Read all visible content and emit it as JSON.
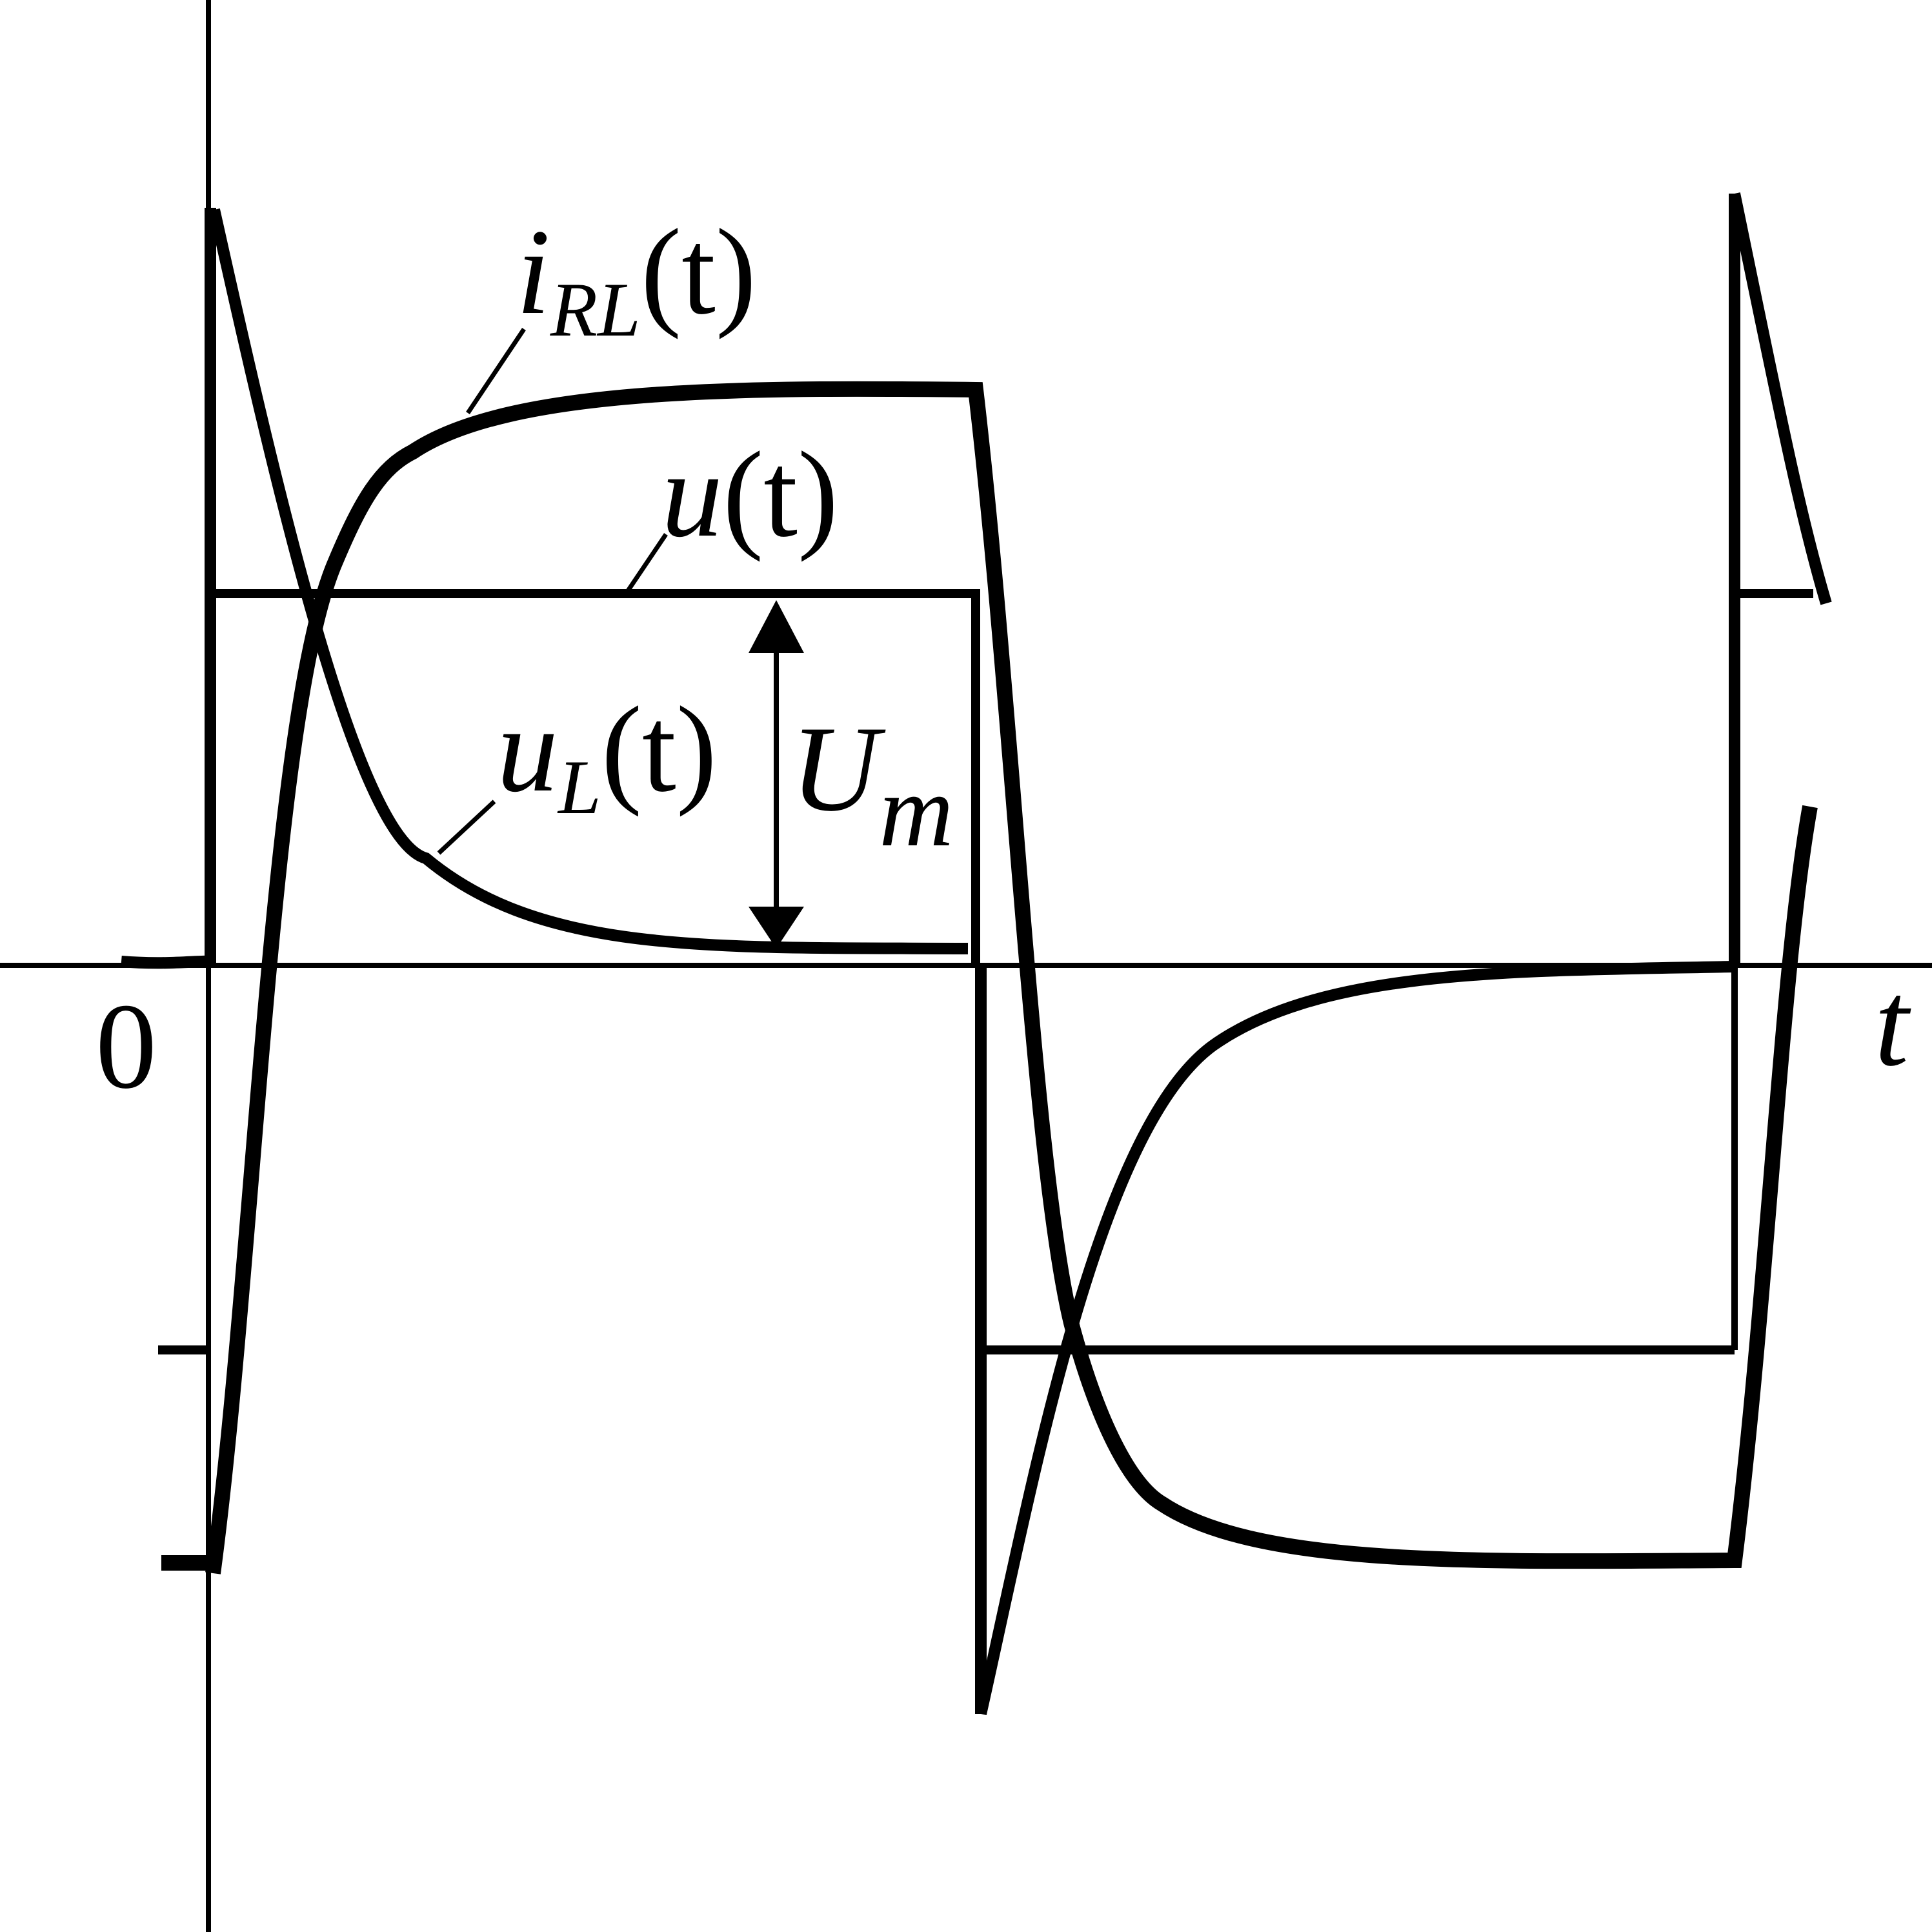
{
  "labels": {
    "origin": "0",
    "t_axis": "t",
    "i_rl": {
      "base": "i",
      "sub": "RL",
      "arg": "(t)"
    },
    "u": {
      "base": "u",
      "arg": "(t)"
    },
    "u_l": {
      "base": "u",
      "sub": "L",
      "arg": "(t)"
    },
    "um": {
      "base": "U",
      "sub": "m"
    }
  },
  "colors": {
    "stroke": "#000000",
    "background": "#ffffff"
  }
}
